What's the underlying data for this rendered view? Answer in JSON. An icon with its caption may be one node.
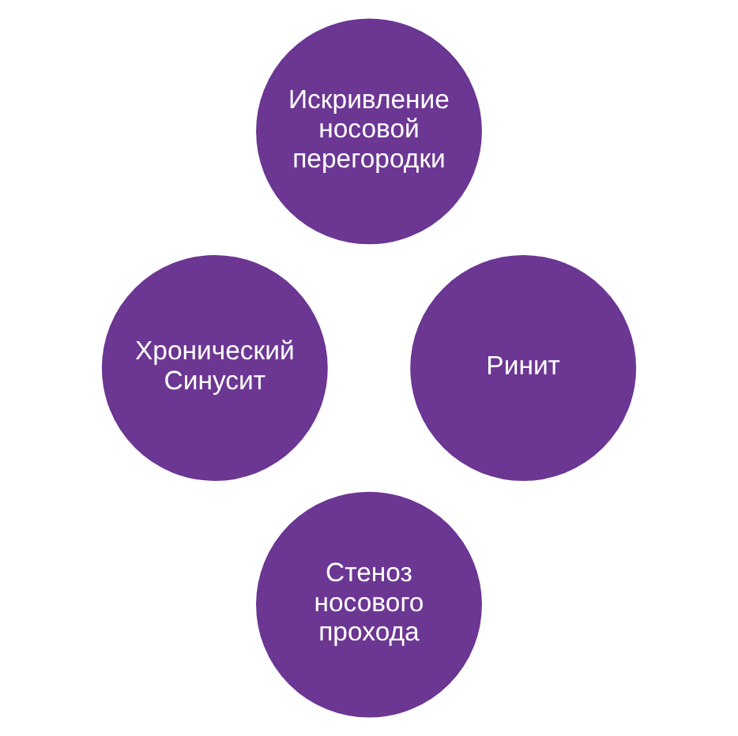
{
  "diagram": {
    "nodes": [
      {
        "text": [
          "Искривление носовой перегородки"
        ]
      },
      {
        "text": [
          "Хронический Синусит"
        ]
      },
      {
        "text": [
          "Ринит"
        ]
      },
      {
        "text": [
          "Стеноз носового прохода"
        ]
      }
    ]
  }
}
